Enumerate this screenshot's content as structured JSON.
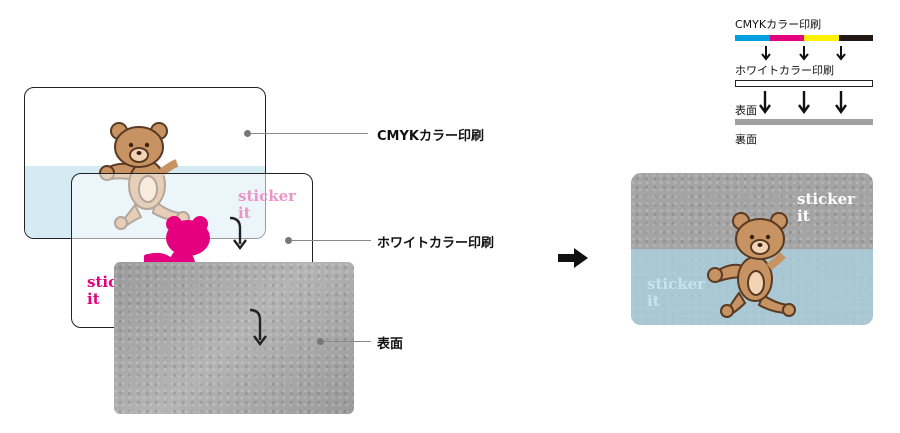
{
  "layers": {
    "cmyk_label": "CMYKカラー印刷",
    "white_label": "ホワイトカラー印刷",
    "surface_label": "表面"
  },
  "card": {
    "sticker_line1": "sticker",
    "sticker_line2": "it"
  },
  "legend": {
    "cmyk_label": "CMYKカラー印刷",
    "white_label": "ホワイトカラー印刷",
    "front_label": "表面",
    "back_label": "裏面"
  },
  "colors": {
    "cyan": "#00a0e0",
    "magenta": "#e4007f",
    "yellow": "#fff100",
    "black": "#231815",
    "bear_brown": "#c89363",
    "bear_light": "#f2d3b4",
    "white_ink": "#e4007f",
    "sky_tint": "#d5ebf3",
    "silver": "#a4a4a4"
  },
  "icons": {
    "arrow": "right-arrow-icon",
    "down": "down-arrow-icon",
    "curved": "curved-down-arrow-icon"
  }
}
